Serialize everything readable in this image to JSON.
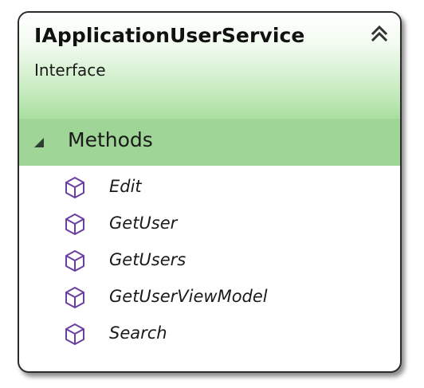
{
  "shape": {
    "title": "IApplicationUserService",
    "stereotype": "Interface",
    "collapse_icon": "double-chevron-up-icon",
    "colors": {
      "header_gradient_end": "#a9dfa0",
      "section_band": "#9fd596",
      "member_icon": "#6b3fa0",
      "border": "#2b2b2b"
    }
  },
  "methods_section": {
    "label": "Methods",
    "toggle_icon": "triangle-expanded-icon",
    "items": [
      {
        "label": "Edit",
        "icon": "method-cube-icon"
      },
      {
        "label": "GetUser",
        "icon": "method-cube-icon"
      },
      {
        "label": "GetUsers",
        "icon": "method-cube-icon"
      },
      {
        "label": "GetUserViewModel",
        "icon": "method-cube-icon"
      },
      {
        "label": "Search",
        "icon": "method-cube-icon"
      }
    ]
  }
}
